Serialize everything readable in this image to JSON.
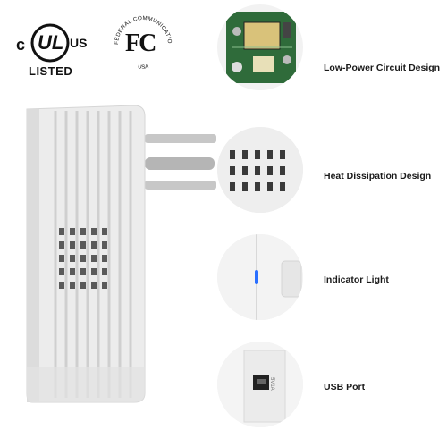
{
  "certifications": {
    "ul": {
      "c_letter": "c",
      "ul_letters": "UL",
      "us_letters": "US",
      "listed": "LISTED"
    },
    "fcc": {
      "logo_text": "FC",
      "arc_top": "FEDERAL COMMUNICATIONS COMMISSION",
      "arc_bottom": "USA"
    }
  },
  "features": [
    {
      "label": "Low-Power Circuit Design"
    },
    {
      "label": "Heat Dissipation Design"
    },
    {
      "label": "Indicator Light"
    },
    {
      "label": "USB Port"
    }
  ],
  "usb_port_marking": "5V1A",
  "colors": {
    "device_body": "#ececec",
    "device_shadow": "#d8d8d8",
    "pcb_green": "#2f6b3a",
    "indicator_blue": "#2a6fff",
    "label_text": "#1a1a1a"
  }
}
